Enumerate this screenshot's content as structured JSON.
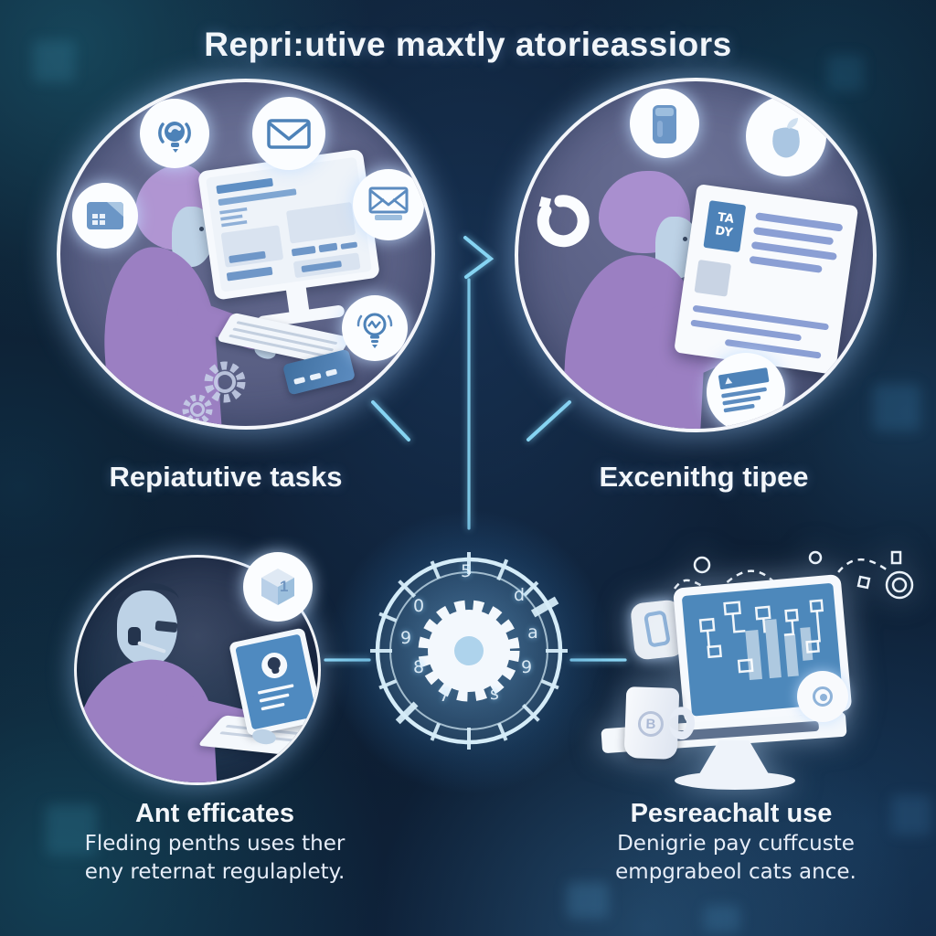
{
  "title": "Repri:utive maxtly atorieassiors",
  "panels": {
    "repetitive": {
      "label": "Repiatutive tasks"
    },
    "excenithg": {
      "label": "Excenithg tipee"
    },
    "ant": {
      "heading": "Ant efficates",
      "line1": "Fleding penths uses ther",
      "line2": "eny reternat regulaplety."
    },
    "pesreachalt": {
      "heading": "Pesreachalt use",
      "line1": "Denigrie pay cuffcuste",
      "line2": "empgrabeol cats ance."
    }
  },
  "clock": {
    "digits": [
      "5",
      "d",
      "0",
      "a",
      "9",
      "8",
      "9",
      "7",
      "s"
    ]
  },
  "board": {
    "tag_line1": "TA",
    "tag_line2": "DY"
  },
  "badges": {
    "cube": "1",
    "mug": "B"
  },
  "icons": [
    "assistant-bulb-icon",
    "mail-icon",
    "photo-card-icon",
    "open-mail-icon",
    "idea-bulb-icon",
    "gears-icon",
    "bottle-icon",
    "apple-icon",
    "refresh-icon",
    "document-icon",
    "cube-icon",
    "headset-icon",
    "avatar-icon",
    "flowchart-icon",
    "phone-icon",
    "sparkle-path-icon",
    "spiral-badge-icon"
  ],
  "colors": {
    "background": "#0d1c30",
    "accent_cyan": "#86d4f2",
    "circle_fill": "#5b6186",
    "icon_blue": "#4d82b8",
    "screen_blue": "#4d88bb",
    "purple": "#9b7fc2",
    "white": "#f5f8fc"
  }
}
